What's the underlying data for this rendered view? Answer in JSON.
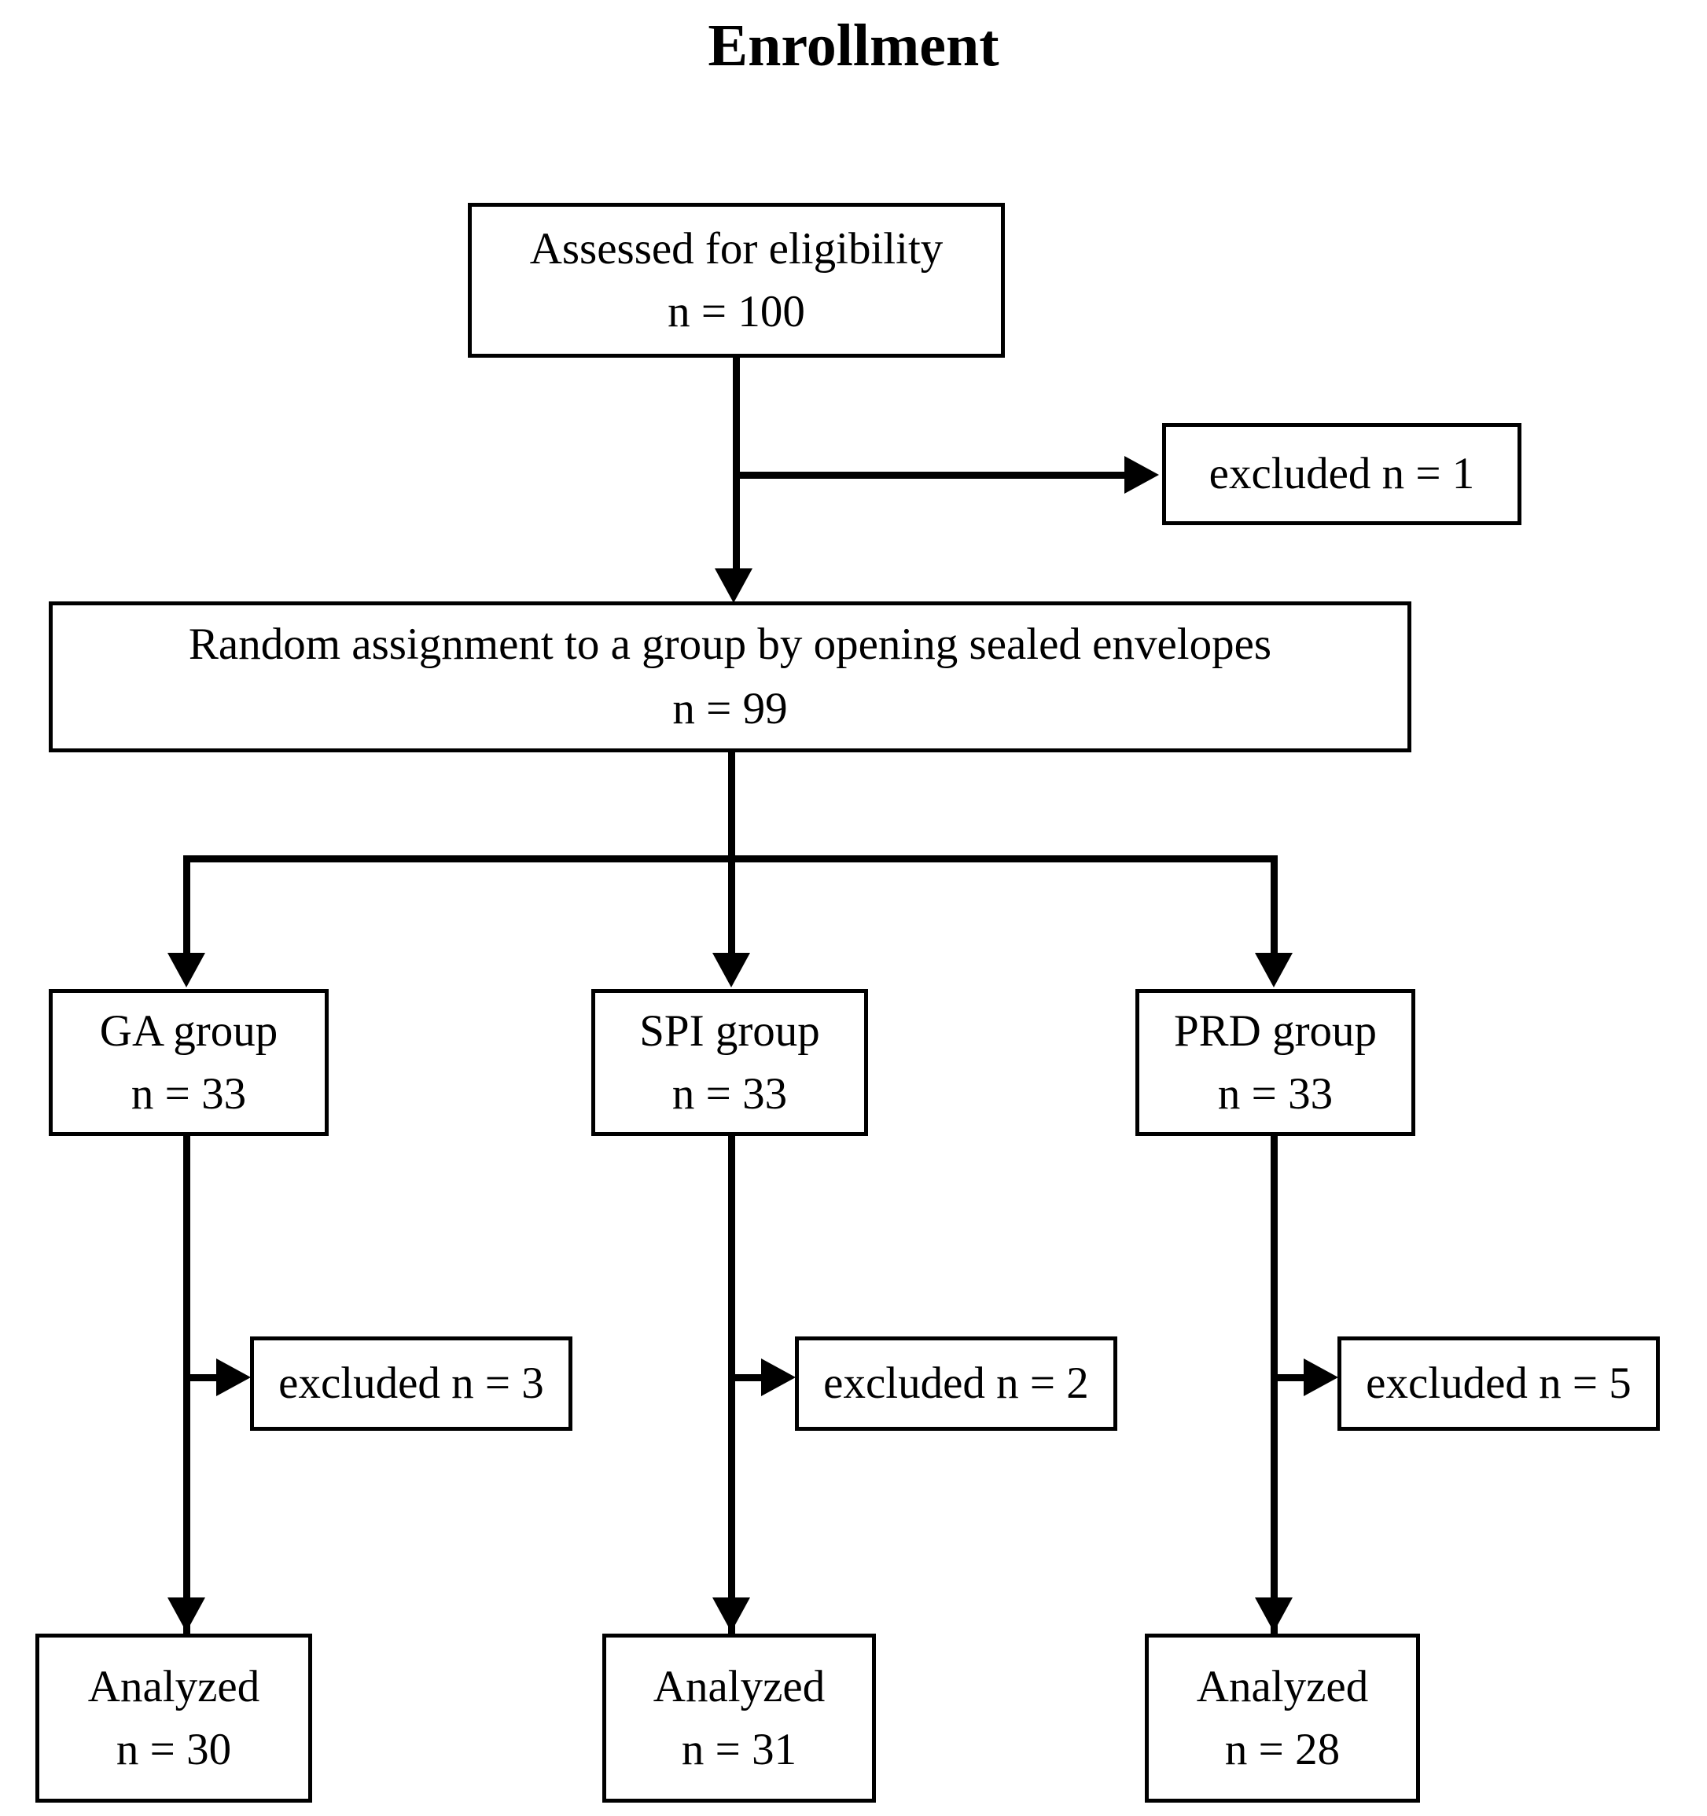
{
  "title": "Enrollment",
  "nodes": {
    "assessed": {
      "line1": "Assessed for eligibility",
      "line2": "n = 100"
    },
    "excluded_top": {
      "line1": "excluded n = 1"
    },
    "randomization": {
      "line1": "Random assignment to a group by opening sealed envelopes",
      "line2": "n = 99"
    },
    "group_ga": {
      "line1": "GA group",
      "line2": "n = 33"
    },
    "group_spi": {
      "line1": "SPI group",
      "line2": "n = 33"
    },
    "group_prd": {
      "line1": "PRD group",
      "line2": "n = 33"
    },
    "excluded_ga": {
      "line1": "excluded n = 3"
    },
    "excluded_spi": {
      "line1": "excluded n = 2"
    },
    "excluded_prd": {
      "line1": "excluded n = 5"
    },
    "analyzed_ga": {
      "line1": "Analyzed",
      "line2": "n = 30"
    },
    "analyzed_spi": {
      "line1": "Analyzed",
      "line2": "n = 31"
    },
    "analyzed_prd": {
      "line1": "Analyzed",
      "line2": "n = 28"
    }
  },
  "chart_data": {
    "type": "diagram",
    "title": "Enrollment",
    "flow": "CONSORT participant flow",
    "stages": [
      {
        "stage": "assessed",
        "label": "Assessed for eligibility",
        "n": 100
      },
      {
        "stage": "excluded_pre_randomization",
        "label": "excluded",
        "n": 1
      },
      {
        "stage": "randomized",
        "label": "Random assignment to a group by opening sealed envelopes",
        "n": 99
      },
      {
        "stage": "allocation",
        "label": "GA group",
        "n": 33
      },
      {
        "stage": "allocation",
        "label": "SPI group",
        "n": 33
      },
      {
        "stage": "allocation",
        "label": "PRD group",
        "n": 33
      },
      {
        "stage": "excluded_post_allocation",
        "label": "excluded",
        "group": "GA",
        "n": 3
      },
      {
        "stage": "excluded_post_allocation",
        "label": "excluded",
        "group": "SPI",
        "n": 2
      },
      {
        "stage": "excluded_post_allocation",
        "label": "excluded",
        "group": "PRD",
        "n": 5
      },
      {
        "stage": "analyzed",
        "label": "Analyzed",
        "group": "GA",
        "n": 30
      },
      {
        "stage": "analyzed",
        "label": "Analyzed",
        "group": "SPI",
        "n": 31
      },
      {
        "stage": "analyzed",
        "label": "Analyzed",
        "group": "PRD",
        "n": 28
      }
    ],
    "colors": {
      "stroke": "#000000",
      "fill": "#ffffff",
      "text": "#000000"
    }
  }
}
